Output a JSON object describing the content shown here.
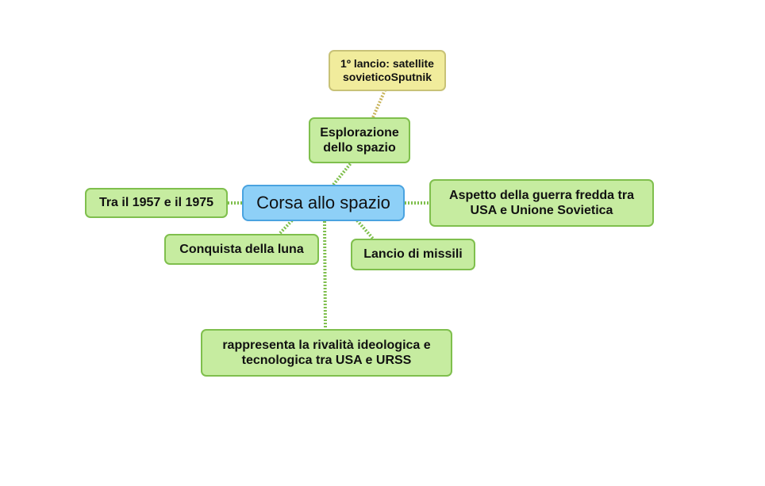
{
  "diagram": {
    "central": {
      "label": "Corsa allo spazio",
      "color": "#8ed0f7"
    },
    "nodes": [
      {
        "id": "sputnik",
        "label": "1º lancio: satellite sovieticoSputnik",
        "color": "#f1ec9c"
      },
      {
        "id": "esplorazione",
        "label": "Esplorazione dello spazio",
        "color": "#c6eca0"
      },
      {
        "id": "periodo",
        "label": "Tra il 1957 e il 1975",
        "color": "#c6eca0"
      },
      {
        "id": "guerra-fredda",
        "label": "Aspetto della guerra fredda tra USA e Unione Sovietica",
        "color": "#c6eca0"
      },
      {
        "id": "luna",
        "label": "Conquista della luna",
        "color": "#c6eca0"
      },
      {
        "id": "missili",
        "label": "Lancio di missili",
        "color": "#c6eca0"
      },
      {
        "id": "rivalita",
        "label": "rappresenta la rivalità ideologica e tecnologica tra USA e URSS",
        "color": "#c6eca0"
      }
    ],
    "link_color": "#7fbf4d",
    "sub_link_color": "#c8b45a"
  }
}
